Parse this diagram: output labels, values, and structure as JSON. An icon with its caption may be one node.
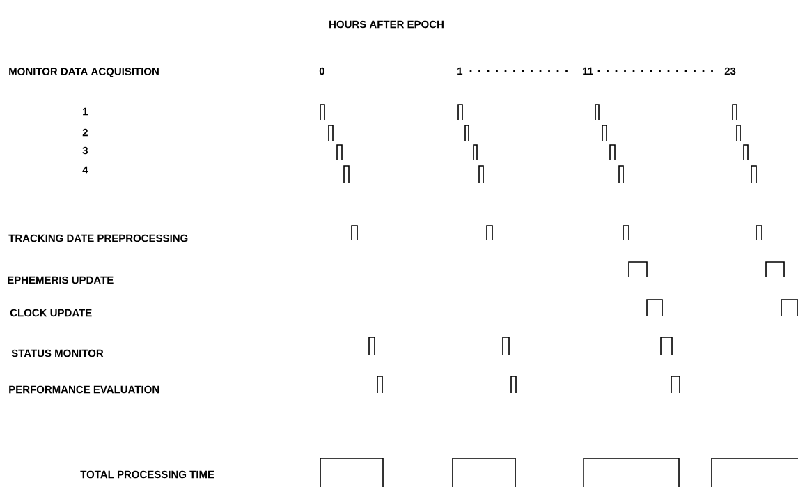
{
  "diagram": {
    "title": "HOURS AFTER EPOCH",
    "labels": [
      "MONITOR DATA ACQUISITION",
      "0",
      "1",
      "11",
      "23",
      "1",
      "2",
      "3",
      "4",
      "TRACKING DATE PREPROCESSING",
      "EPHEMERIS UPDATE",
      "CLOCK UPDATE",
      "STATUS MONITOR",
      "PERFORMANCE EVALUATION",
      "TOTAL PROCESSING TIME"
    ]
  }
}
